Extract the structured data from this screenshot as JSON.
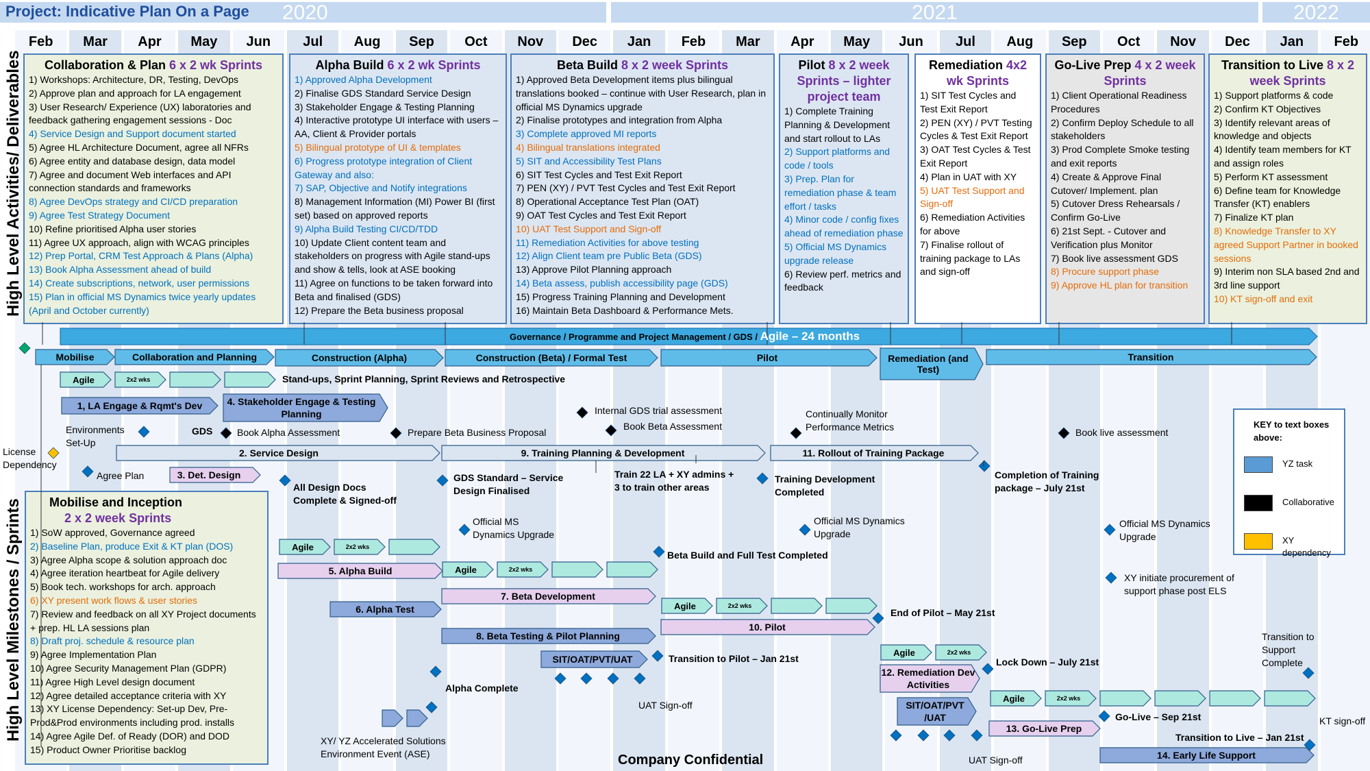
{
  "title": "Project: Indicative Plan On a Page",
  "years": [
    "2020",
    "2021",
    "2022"
  ],
  "months": [
    "Feb",
    "Mar",
    "Apr",
    "May",
    "Jun",
    "Jul",
    "Aug",
    "Sep",
    "Oct",
    "Nov",
    "Dec",
    "Jan",
    "Feb",
    "Mar",
    "Apr",
    "May",
    "Jun",
    "Jul",
    "Aug",
    "Sep",
    "Oct",
    "Nov",
    "Dec",
    "Jan",
    "Feb"
  ],
  "side_labels": {
    "top": "High Level Activities/ Deliverables",
    "bottom": "High Level Milestones / Sprints"
  },
  "phases": [
    {
      "title": "Collaboration & Plan ",
      "accent": "6 x 2 wk Sprints",
      "items": [
        {
          "t": "1) Workshops: Architecture, DR, Testing, DevOps",
          "c": ""
        },
        {
          "t": "2) Approve plan and approach for LA engagement",
          "c": ""
        },
        {
          "t": "3) User Research/ Experience (UX) laboratories and feedback gathering engagement sessions - Doc",
          "c": ""
        },
        {
          "t": "4) Service Design and Support document started",
          "c": "blue"
        },
        {
          "t": "5) Agree HL Architecture Document, agree all NFRs",
          "c": ""
        },
        {
          "t": "6) Agree entity and database design, data model",
          "c": ""
        },
        {
          "t": "7) Agree and document Web interfaces and API connection standards and frameworks",
          "c": ""
        },
        {
          "t": "8) Agree DevOps strategy and CI/CD preparation",
          "c": "blue"
        },
        {
          "t": "9) Agree Test Strategy Document",
          "c": "blue"
        },
        {
          "t": "10) Refine prioritised Alpha user stories",
          "c": ""
        },
        {
          "t": "11) Agree UX approach, align with WCAG principles",
          "c": ""
        },
        {
          "t": "12) Prep Portal, CRM Test Approach & Plans (Alpha)",
          "c": "blue"
        },
        {
          "t": "13) Book Alpha Assessment ahead of build",
          "c": "blue"
        },
        {
          "t": "14) Create subscriptions, network, user permissions",
          "c": "blue"
        },
        {
          "t": "15) Plan in official MS Dynamics twice yearly updates (April and October currently)",
          "c": "blue"
        }
      ]
    },
    {
      "title": "Alpha Build ",
      "accent": "6 x 2 wk Sprints",
      "items": [
        {
          "t": "1) Approved Alpha Development",
          "c": "blue"
        },
        {
          "t": "2) Finalise GDS Standard Service Design",
          "c": ""
        },
        {
          "t": "3) Stakeholder Engage & Testing Planning",
          "c": ""
        },
        {
          "t": "4) Interactive prototype UI interface with users – AA, Client & Provider portals",
          "c": ""
        },
        {
          "t": "5) Bilingual prototype of UI & templates",
          "c": "orange"
        },
        {
          "t": "6) Progress prototype integration of Client Gateway and also:",
          "c": "blue"
        },
        {
          "t": "7) SAP, Objective and Notify integrations",
          "c": "blue"
        },
        {
          "t": "8) Management Information (MI) Power BI (first set) based on approved reports",
          "c": ""
        },
        {
          "t": "9) Alpha Build Testing CI/CD/TDD",
          "c": "blue"
        },
        {
          "t": "10) Update Client content team and stakeholders on progress with Agile stand-ups and show & tells, look at ASE booking",
          "c": ""
        },
        {
          "t": "11) Agree on functions to be taken forward into Beta and finalised (GDS)",
          "c": ""
        },
        {
          "t": "12) Prepare the Beta business proposal",
          "c": ""
        }
      ]
    },
    {
      "title": "Beta Build ",
      "accent": "8 x 2 week Sprints",
      "items": [
        {
          "t": "1) Approved Beta Development items plus bilingual translations booked – continue with User Research, plan in official MS Dynamics upgrade",
          "c": "mixed1"
        },
        {
          "t": "2) Finalise prototypes and integration from Alpha",
          "c": ""
        },
        {
          "t": "3) Complete approved MI reports",
          "c": "blue"
        },
        {
          "t": "4) Bilingual translations integrated",
          "c": "orange"
        },
        {
          "t": "5) SIT and Accessibility Test Plans",
          "c": "blue"
        },
        {
          "t": "6) SIT Test Cycles and Test Exit Report",
          "c": ""
        },
        {
          "t": "7) PEN (XY) / PVT Test Cycles and Test Exit Report",
          "c": "mixed2"
        },
        {
          "t": "8) Operational Acceptance Test Plan (OAT)",
          "c": ""
        },
        {
          "t": "9) OAT Test Cycles and Test Exit Report",
          "c": "mixed3"
        },
        {
          "t": "10) UAT Test Support and Sign-off",
          "c": "orange"
        },
        {
          "t": "11) Remediation Activities for above testing",
          "c": "blue"
        },
        {
          "t": "12) Align Client team pre Public Beta (GDS)",
          "c": "blue"
        },
        {
          "t": "13) Approve Pilot Planning approach",
          "c": "mixed4"
        },
        {
          "t": "14) Beta assess, publish accessibility page (GDS)",
          "c": "blue"
        },
        {
          "t": "15) Progress Training Planning and Development",
          "c": ""
        },
        {
          "t": "16) Maintain Beta Dashboard & Performance Mets.",
          "c": ""
        }
      ]
    },
    {
      "title": "Pilot ",
      "accent": "8 x 2 week Sprints – lighter project team",
      "items": [
        {
          "t": "1) Complete Training Planning & Development and start rollout to LAs",
          "c": ""
        },
        {
          "t": "2) Support platforms and code / tools",
          "c": "blue"
        },
        {
          "t": "3) Prep. Plan for remediation phase & team effort / tasks",
          "c": "blue"
        },
        {
          "t": "4) Minor code / config fixes ahead of remediation phase",
          "c": "blue"
        },
        {
          "t": "5) Official MS Dynamics upgrade release",
          "c": "blue"
        },
        {
          "t": "6) Review perf. metrics and feedback",
          "c": ""
        }
      ]
    },
    {
      "title": "Remediation ",
      "accent": "4x2 wk Sprints",
      "items": [
        {
          "t": "1) SIT Test Cycles and Test Exit Report",
          "c": ""
        },
        {
          "t": "2) PEN (XY) / PVT Testing Cycles & Test Exit Report",
          "c": "mixed5"
        },
        {
          "t": "3) OAT Test Cycles & Test Exit Report",
          "c": ""
        },
        {
          "t": "4) Plan in UAT with XY",
          "c": ""
        },
        {
          "t": "5) UAT Test Support and Sign-off",
          "c": "orange"
        },
        {
          "t": "6) Remediation Activities for above",
          "c": ""
        },
        {
          "t": "7) Finalise rollout of training package to LAs and sign-off",
          "c": ""
        }
      ]
    },
    {
      "title": "Go-Live Prep ",
      "accent": "4 x 2 week Sprints",
      "items": [
        {
          "t": "1) Client Operational Readiness Procedures",
          "c": ""
        },
        {
          "t": "2) Confirm Deploy Schedule to all stakeholders",
          "c": ""
        },
        {
          "t": "3) Prod Complete Smoke testing and exit reports",
          "c": ""
        },
        {
          "t": "4) Create & Approve Final Cutover/ Implement. plan",
          "c": ""
        },
        {
          "t": "5) Cutover Dress Rehearsals / Confirm Go-Live",
          "c": ""
        },
        {
          "t": "6) 21st Sept. - Cutover and Verification plus Monitor",
          "c": ""
        },
        {
          "t": "7) Book live assessment GDS",
          "c": ""
        },
        {
          "t": "8) Procure support phase",
          "c": "orange"
        },
        {
          "t": "9) Approve HL plan for transition",
          "c": "orange"
        }
      ]
    },
    {
      "title": "Transition to Live ",
      "accent": "8 x 2 week Sprints",
      "items": [
        {
          "t": "1) Support platforms & code",
          "c": ""
        },
        {
          "t": "2) Confirm KT Objectives",
          "c": ""
        },
        {
          "t": "3) Identify relevant areas of knowledge and objects",
          "c": ""
        },
        {
          "t": "4) Identify team members for KT and assign roles",
          "c": ""
        },
        {
          "t": "5) Perform KT assessment",
          "c": ""
        },
        {
          "t": "6) Define team for Knowledge Transfer (KT) enablers",
          "c": ""
        },
        {
          "t": "7) Finalize KT plan",
          "c": ""
        },
        {
          "t": "8) Knowledge Transfer to XY agreed Support Partner in booked sessions",
          "c": "orange"
        },
        {
          "t": "9) Interim non SLA based 2nd and 3rd line support",
          "c": ""
        },
        {
          "t": "10) KT sign-off and exit",
          "c": "orange"
        }
      ]
    }
  ],
  "mobilise_box": {
    "title": "Mobilise and Inception",
    "accent": "2 x 2 week Sprints",
    "items": [
      {
        "t": "1) SoW approved, Governance agreed",
        "c": ""
      },
      {
        "t": "2) Baseline Plan, produce Exit & KT plan (DOS)",
        "c": "blue"
      },
      {
        "t": "3) Agree Alpha scope & solution approach doc",
        "c": ""
      },
      {
        "t": "4) Agree iteration heartbeat for Agile delivery",
        "c": ""
      },
      {
        "t": "5) Book tech. workshops for arch. approach",
        "c": ""
      },
      {
        "t": "6) XY present work flows & user stories",
        "c": "orange"
      },
      {
        "t": "7) Review and feedback on all XY Project documents + prep. HL LA sessions plan",
        "c": ""
      },
      {
        "t": "8) Draft proj. schedule & resource plan",
        "c": "blue"
      },
      {
        "t": "9) Agree Implementation Plan",
        "c": ""
      },
      {
        "t": "10) Agree Security Management Plan (GDPR)",
        "c": ""
      },
      {
        "t": "11) Agree High Level design document",
        "c": ""
      },
      {
        "t": "12) Agree detailed acceptance criteria with XY",
        "c": ""
      },
      {
        "t": "13) XY License Dependency: Set-up Dev, Pre-Prod&Prod environments including prod. installs",
        "c": "mixed6"
      },
      {
        "t": "14) Agree Agile Def. of Ready (DOR) and DOD",
        "c": ""
      },
      {
        "t": "15) Product Owner Prioritise backlog",
        "c": ""
      }
    ]
  },
  "governance": {
    "label": "Governance / Programme and Project Management / GDS / ",
    "big": "Agile – 24 months"
  },
  "phase_arrows": [
    "Mobilise",
    "Collaboration and Planning",
    "Construction (Alpha)",
    "Construction (Beta) / Formal Test",
    "Pilot",
    "Remediation (and Test)",
    "Transition"
  ],
  "agile_labels": {
    "agile": "Agile",
    "sprint": "2x2 wks"
  },
  "standups": "Stand-ups, Sprint Planning, Sprint Reviews and Retrospective",
  "tasks": {
    "t1": "1, LA Engage & Rqmt's Dev",
    "t4": "4. Stakeholder Engage & Testing Planning",
    "t2": "2. Service Design",
    "t3": "3. Det. Design",
    "t9": "9. Training Planning & Development",
    "t11": "11. Rollout of Training Package",
    "t5": "5. Alpha Build",
    "t6": "6. Alpha Test",
    "t7": "7. Beta Development",
    "t8": "8. Beta Testing & Pilot Planning",
    "t10": "10. Pilot",
    "t12": "12. Remediation Dev Activities",
    "t13": "13. Go-Live Prep",
    "t14": "14. Early Life Support",
    "sit1": "SIT/OAT/PVT/UAT",
    "sit2": "SIT/OAT/PVT /UAT"
  },
  "milestones": {
    "env": "Environments Set-Up",
    "gds": "GDS",
    "book_alpha": "Book Alpha Assessment",
    "prep_beta": "Prepare Beta Business Proposal",
    "internal_gds": "Internal GDS trial assessment",
    "book_beta": "Book Beta Assessment",
    "monitor": "Continually Monitor Performance Metrics",
    "book_live": "Book live assessment",
    "license": "License Dependency",
    "agree_plan": "Agree Plan",
    "design_docs": "All Design Docs Complete & Signed-off",
    "gds_std": "GDS Standard – Service Design Finalised",
    "train22": "Train 22 LA + XY admins + 3 to train other areas",
    "training_dev": "Training Development Completed",
    "completion_training": "Completion of Training package – July 21st",
    "msd1": "Official MS Dynamics Upgrade",
    "msd2": "Official MS Dynamics Upgrade",
    "msd3": "Official MS Dynamics Upgrade",
    "beta_full": "Beta Build and Full Test Completed",
    "xy_proc": "XY initiate procurement of support phase post ELS",
    "end_pilot": "End of Pilot – May 21st",
    "trans_pilot": "Transition to Pilot – Jan 21st",
    "alpha_complete": "Alpha Complete",
    "uat1": "UAT Sign-off",
    "lockdown": "Lock Down – July 21st",
    "trans_support": "Transition to Support Complete",
    "golive": "Go-Live – Sep 21st",
    "kt_signoff": "KT sign-off",
    "trans_live": "Transition to Live – Jan 21st",
    "uat2": "UAT Sign-off",
    "ase": "XY/ YZ Accelerated Solutions Environment Event (ASE)"
  },
  "key": {
    "title": "KEY to text boxes above:",
    "items": [
      {
        "label": "YZ task",
        "color": "#5b9bd5"
      },
      {
        "label": "Collaborative",
        "color": "#000000"
      },
      {
        "label": "XY dependency",
        "color": "#ffc000"
      }
    ]
  },
  "footer": "Company Confidential",
  "colors": {
    "accent": "#7030a0",
    "blue": "#0070c0",
    "orange": "#e46c0a",
    "header": "#1f4e9b"
  }
}
